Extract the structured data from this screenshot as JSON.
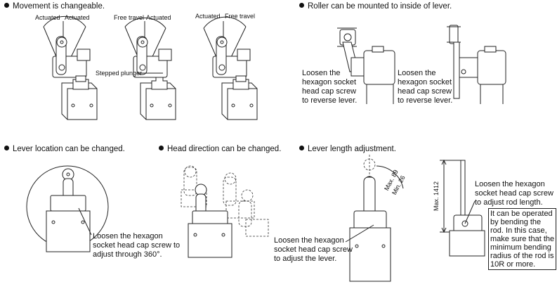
{
  "sections": {
    "movement": {
      "heading": "Movement is changeable."
    },
    "roller": {
      "heading": "Roller can be mounted to inside of lever."
    },
    "lever_location": {
      "heading": "Lever location can be changed."
    },
    "head_direction": {
      "heading": "Head direction can be changed."
    },
    "lever_length": {
      "heading": "Lever length adjustment."
    }
  },
  "labels": {
    "actuated_1": "Actuated",
    "actuated_2": "Actuated",
    "free_travel_1": "Free travel",
    "actuated_3": "Actuated",
    "actuated_4": "Actuated",
    "free_travel_2": "Free travel",
    "stepped_plunger": "Stepped plunger",
    "roller_note_left": "Loosen the\nhexagon socket\nhead cap screw\nto reverse lever.",
    "roller_note_right": "Loosen the\nhexagon socket\nhead cap screw\nto reverse lever.",
    "lever_location_note": "Loosen the hexagon\nsocket head cap screw to\nadjust through 360°.",
    "lever_length_note": "Loosen the hexagon\nsocket head cap screw\nto adjust the lever.",
    "max_89": "Max. 89",
    "min_26": "Min. 26",
    "max_1412": "Max. 1412",
    "rod_note": "Loosen the hexagon\nsocket head cap screw\nto adjust rod length.",
    "rod_note_2": "It can be operated\nby bending the\nrod. In this case,\nmake sure that the\nminimum bending\nradius of the rod is\n10R or more."
  }
}
